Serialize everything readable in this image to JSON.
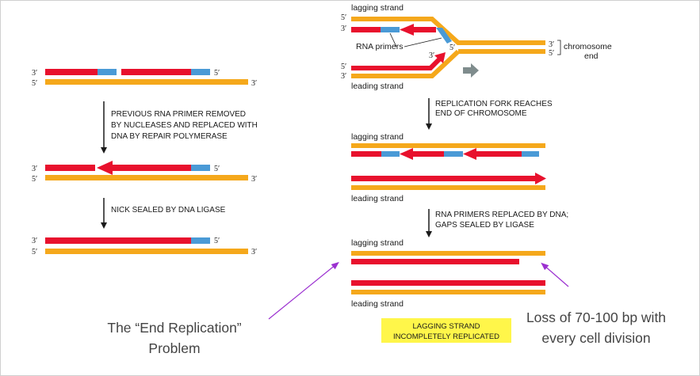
{
  "colors": {
    "parent_strand": "#f5a81b",
    "new_dna": "#e8112d",
    "rna_primer": "#4a9ad6",
    "pointer_arrow": "#9b30d0",
    "fork_arrow": "#7f8c8d",
    "highlight": "#fff64a"
  },
  "left": {
    "panel1": {
      "left_top_end": "3′",
      "left_bottom_end": "5′",
      "right_top_end": "5′",
      "right_bottom_end": "3′"
    },
    "step1": {
      "line1": "PREVIOUS RNA PRIMER REMOVED",
      "line2": "BY NUCLEASES AND REPLACED WITH",
      "line3": "DNA BY REPAIR POLYMERASE"
    },
    "panel2": {
      "left_top_end": "3′",
      "left_bottom_end": "5′",
      "right_top_end": "5′",
      "right_bottom_end": "3′"
    },
    "step2": {
      "line1": "NICK SEALED BY DNA LIGASE"
    },
    "panel3": {
      "left_top_end": "3′",
      "left_bottom_end": "5′",
      "right_top_end": "5′",
      "right_bottom_end": "3′"
    }
  },
  "right": {
    "fork": {
      "lagging_label": "lagging strand",
      "leading_label": "leading strand",
      "rna_primers_label": "RNA primers",
      "left_top_5": "5′",
      "left_top_3": "3′",
      "left_bottom_5": "5′",
      "left_bottom_3": "3′",
      "primer_3": "3′",
      "primer_5": "5′",
      "right_3": "3′",
      "right_5": "5′",
      "chromosome_end_line1": "chromosome",
      "chromosome_end_line2": "end"
    },
    "step1": {
      "line1": "REPLICATION FORK REACHES",
      "line2": "END OF CHROMOSOME"
    },
    "panel2": {
      "lagging_label": "lagging strand",
      "leading_label": "leading strand"
    },
    "step2": {
      "line1": "RNA PRIMERS REPLACED BY DNA;",
      "line2": "GAPS SEALED BY LIGASE"
    },
    "panel3": {
      "lagging_label": "lagging strand",
      "leading_label": "leading strand"
    },
    "highlight": {
      "line1": "LAGGING STRAND",
      "line2": "INCOMPLETELY REPLICATED"
    }
  },
  "annotations": {
    "end_problem": {
      "line1": "The “End Replication”",
      "line2": "Problem"
    },
    "loss": {
      "line1": "Loss of 70-100 bp with",
      "line2": "every cell division"
    }
  }
}
